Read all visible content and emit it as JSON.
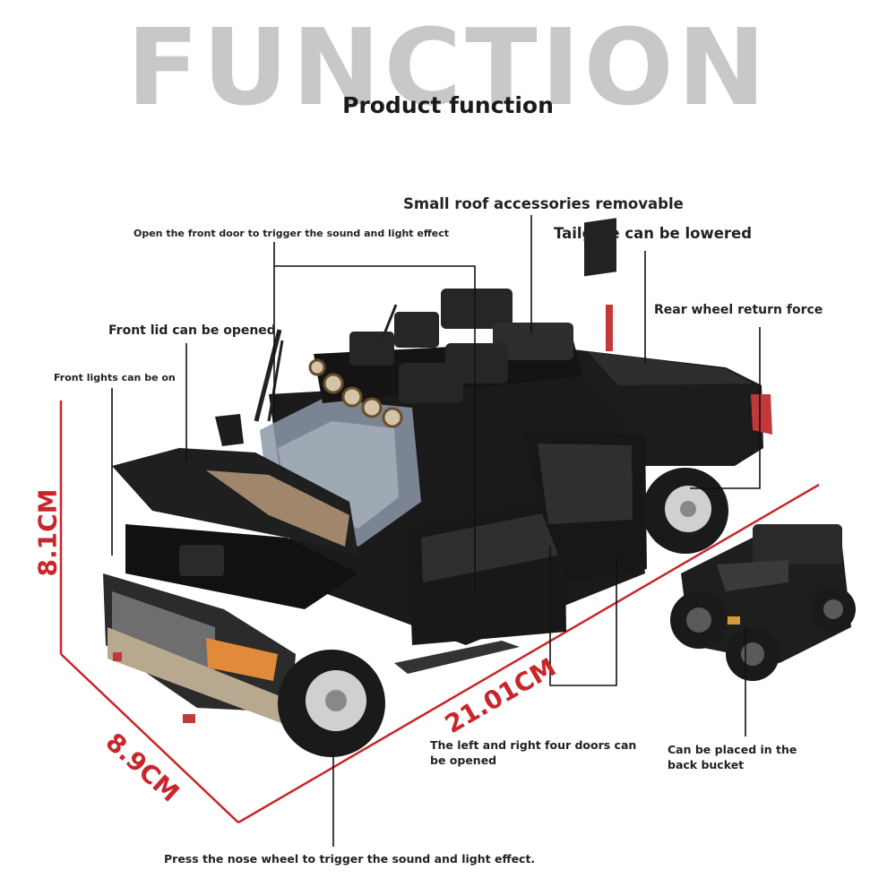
{
  "header": {
    "big_title": "FUNCTION",
    "subtitle": "Product function"
  },
  "callouts": {
    "roof": "Small roof accessories removable",
    "door_sound": "Open the front door to trigger the sound and light effect",
    "tailgate": "Tailgate can be lowered",
    "rear_wheel": "Rear wheel return force",
    "front_lid": "Front lid can be opened",
    "front_lights": "Front lights can be on",
    "doors": "The left and right four doors can be opened",
    "back_bucket": "Can be placed in the back bucket",
    "nose_wheel": "Press the nose wheel to trigger the sound and light effect."
  },
  "dimensions": {
    "height": "8.1CM",
    "width": "8.9CM",
    "length": "21.01CM"
  },
  "colors": {
    "dimension": "#c8262b",
    "truck_body": "#1d1d1d",
    "title_gray": "#c8c8c8"
  }
}
